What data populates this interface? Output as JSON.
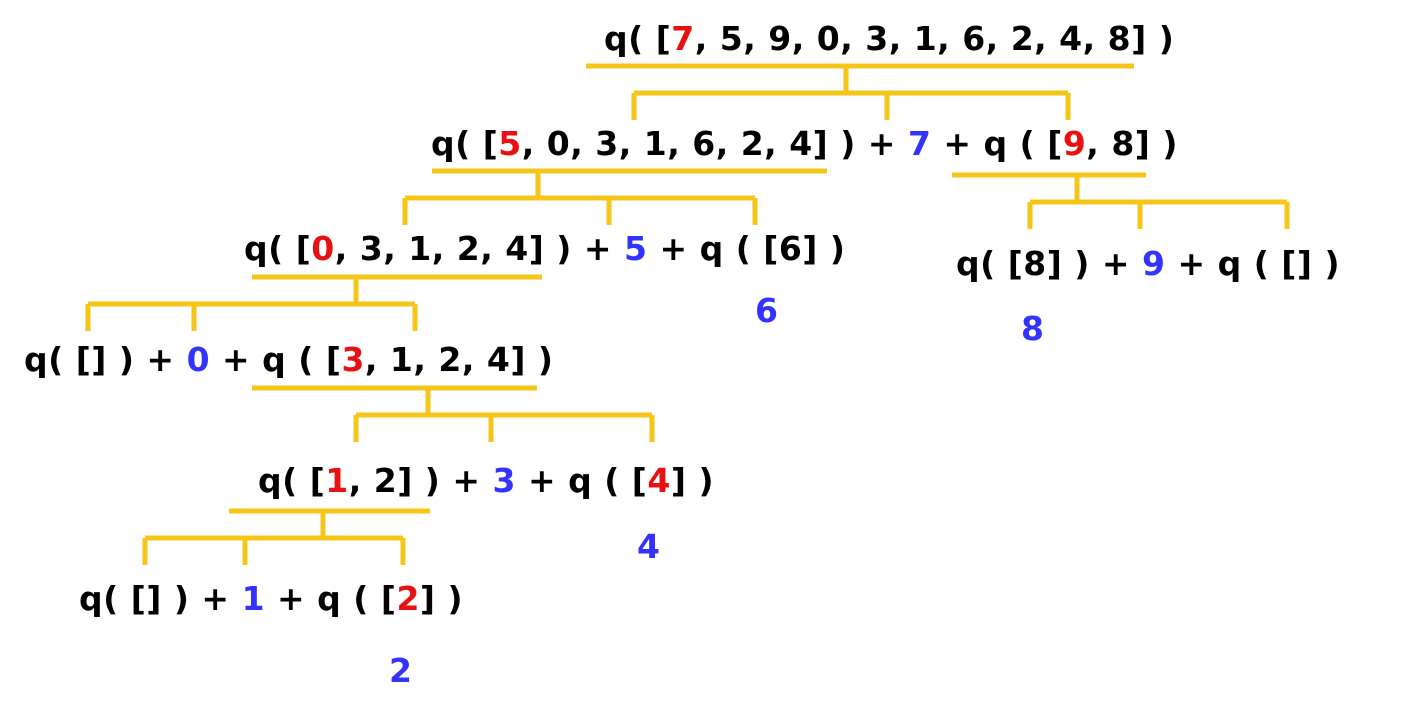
{
  "colors": {
    "bracket": "#F5C518",
    "text": "#000000",
    "pivot": "#E81010",
    "result": "#3333FF"
  },
  "nodes": [
    {
      "id": "n0",
      "parts": [
        {
          "t": "q( ["
        },
        {
          "t": "7",
          "c": "pivot"
        },
        {
          "t": ", 5, 9, 0, 3, 1, 6, 2, 4, 8] )"
        }
      ]
    },
    {
      "id": "n1",
      "parts": [
        {
          "t": "q( ["
        },
        {
          "t": "5",
          "c": "pivot"
        },
        {
          "t": ", 0, 3, 1, 6, 2, 4] ) + "
        },
        {
          "t": "7",
          "c": "result"
        },
        {
          "t": " + q ( ["
        },
        {
          "t": "9",
          "c": "pivot"
        },
        {
          "t": ", 8] )"
        }
      ]
    },
    {
      "id": "n2",
      "parts": [
        {
          "t": "q( ["
        },
        {
          "t": "0",
          "c": "pivot"
        },
        {
          "t": ", 3, 1, 2, 4] ) + "
        },
        {
          "t": "5",
          "c": "result"
        },
        {
          "t": " + q ( [6] )"
        }
      ]
    },
    {
      "id": "n3",
      "parts": [
        {
          "t": "q( [8] ) + "
        },
        {
          "t": "9",
          "c": "result"
        },
        {
          "t": " + q ( [] )"
        }
      ]
    },
    {
      "id": "n4",
      "parts": [
        {
          "t": "q( [] ) + "
        },
        {
          "t": "0",
          "c": "result"
        },
        {
          "t": " + q ( ["
        },
        {
          "t": "3",
          "c": "pivot"
        },
        {
          "t": ", 1, 2, 4] )"
        }
      ]
    },
    {
      "id": "n5",
      "parts": [
        {
          "t": "q( ["
        },
        {
          "t": "1",
          "c": "pivot"
        },
        {
          "t": ", 2] ) + "
        },
        {
          "t": "3",
          "c": "result"
        },
        {
          "t": " + q ( ["
        },
        {
          "t": "4",
          "c": "pivot"
        },
        {
          "t": "] )"
        }
      ]
    },
    {
      "id": "n6",
      "parts": [
        {
          "t": "q( [] ) + "
        },
        {
          "t": "1",
          "c": "result"
        },
        {
          "t": " + q ( ["
        },
        {
          "t": "2",
          "c": "pivot"
        },
        {
          "t": "] )"
        }
      ]
    }
  ],
  "results": [
    {
      "id": "r6",
      "value": "6"
    },
    {
      "id": "r8",
      "value": "8"
    },
    {
      "id": "r4",
      "value": "4"
    },
    {
      "id": "r2",
      "value": "2"
    }
  ]
}
